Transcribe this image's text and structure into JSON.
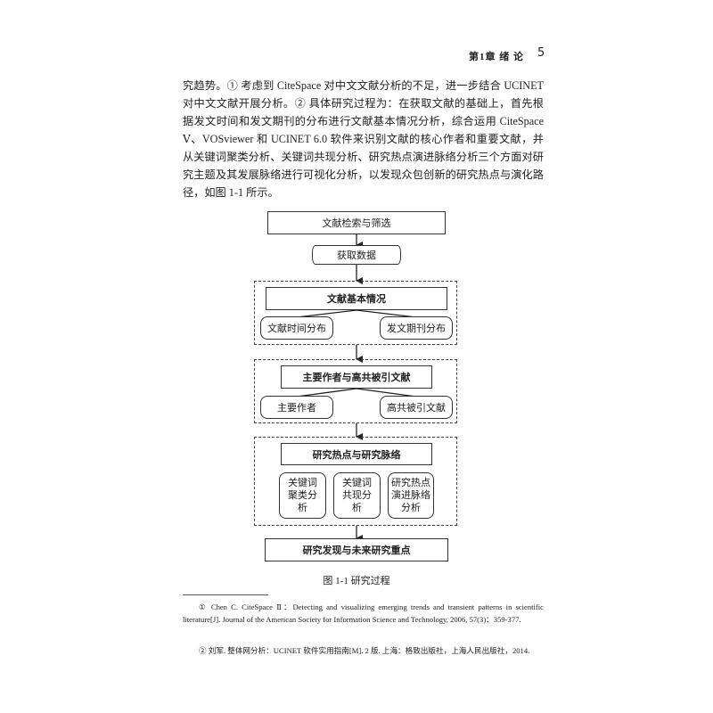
{
  "header": {
    "chapter": "第1章  绪  论",
    "page_number": "5"
  },
  "body_text": "究趋势。① 考虑到 CiteSpace 对中文文献分析的不足，进一步结合 UCINET 对中文文献开展分析。② 具体研究过程为：在获取文献的基础上，首先根据发文时间和发文期刊的分布进行文献基本情况分析，综合运用 CiteSpace Ⅴ、VOSviewer 和 UCINET 6.0 软件来识别文献的核心作者和重要文献，并从关键词聚类分析、关键词共现分析、研究热点演进脉络分析三个方面对研究主题及其发展脉络进行可视化分析，以发现众包创新的研究热点与演化路径，如图 1-1 所示。",
  "flowchart": {
    "step1": "文献检索与筛选",
    "step2": "获取数据",
    "group1": {
      "title": "文献基本情况",
      "items": [
        "文献时间分布",
        "发文期刊分布"
      ]
    },
    "group2": {
      "title": "主要作者与高共被引文献",
      "items": [
        "主要作者",
        "高共被引文献"
      ]
    },
    "group3": {
      "title": "研究热点与研究脉络",
      "items": [
        "关键词聚类分析",
        "关键词共现分析",
        "研究热点演进脉络分析"
      ]
    },
    "final": "研究发现与未来研究重点"
  },
  "caption": "图 1-1   研究过程",
  "footnotes": [
    "①   Chen C. CiteSpace Ⅱ：Detecting and visualizing emerging trends and transient patterns in scientific literature[J]. Journal of the American Society for Information Science and Technology, 2006, 57(3)：359-377.",
    "②   刘军. 整体网分析：UCINET 软件实用指南[M]. 2 版. 上海：格致出版社，上海人民出版社，2014."
  ]
}
